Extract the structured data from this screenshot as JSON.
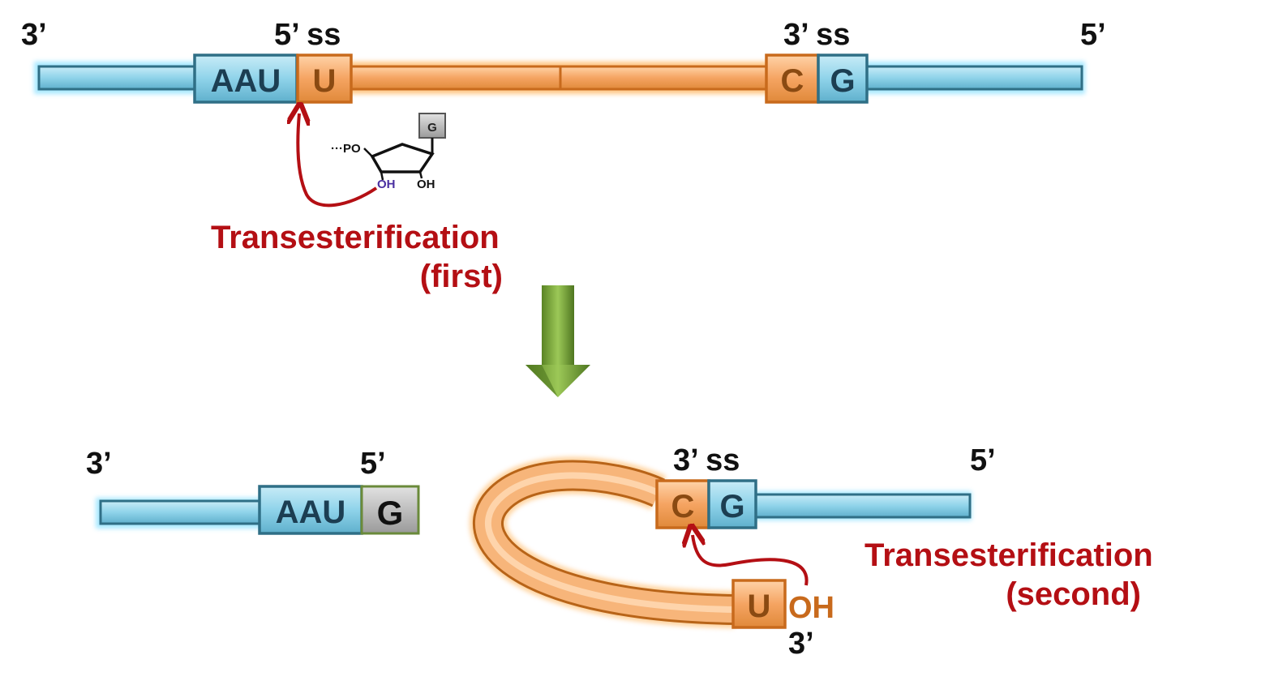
{
  "top_strand": {
    "label_3prime": "3’",
    "label_5ss": "5’ ss",
    "label_3ss": "3’ ss",
    "label_5prime": "5’",
    "exon_left_box": "AAU",
    "intron_start_box": "U",
    "intron_end_box": "C",
    "exon_right_box": "G"
  },
  "guanosine": {
    "base": "G",
    "phosphate": "···PO",
    "oh_attacking": "OH",
    "oh_other": "OH"
  },
  "first_step": {
    "title": "Transesterification",
    "subtitle": "(first)"
  },
  "bottom_left": {
    "label_3prime": "3’",
    "label_5prime": "5’",
    "exon_box": "AAU",
    "g_box": "G"
  },
  "bottom_right": {
    "label_3ss": "3’ ss",
    "label_5prime": "5’",
    "intron_end_box": "C",
    "exon_box": "G",
    "u_box": "U",
    "oh_label": "OH",
    "label_3prime": "3’"
  },
  "second_step": {
    "title": "Transesterification",
    "subtitle": "(second)"
  },
  "colors": {
    "exon_fill": "#8fd3ea",
    "exon_stroke": "#2f6f86",
    "intron_fill": "#f5a462",
    "intron_stroke": "#c86a1c",
    "g_box_fill": "#b8b8b8",
    "arrow_red": "#b40f14",
    "down_arrow": "#6e9a2c",
    "oh_blue": "#4a2fa0"
  }
}
